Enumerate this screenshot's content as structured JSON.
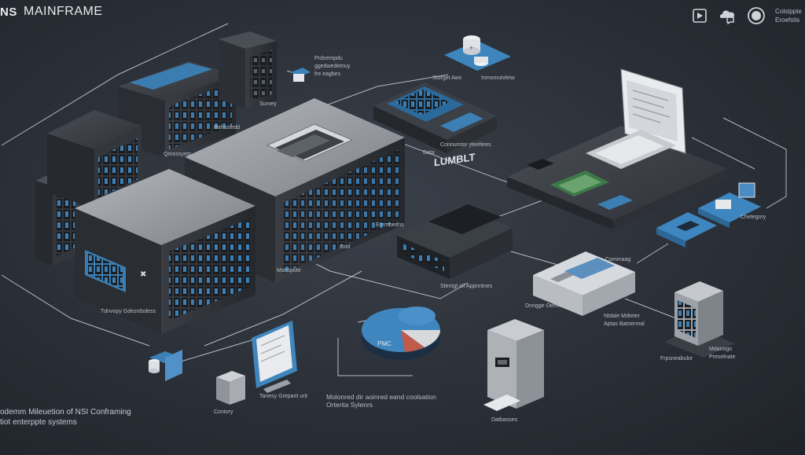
{
  "brand": {
    "name": "MAINFRAME",
    "logo_text": "NS"
  },
  "topbar": {
    "icons": [
      "play-square-icon",
      "cloud-chat-icon",
      "record-circle-icon"
    ],
    "corner_text": [
      "Colstppte",
      "Eroefstis"
    ]
  },
  "diagram": {
    "screen_label": "LUMBLT",
    "chip_label": "PMC",
    "labels": {
      "server_tower_top": "Survey",
      "cluster_left": "Qrnossyets",
      "cluster_mid": "Bahsstedd",
      "top_callout": [
        "Prdsempdu",
        "ggedwedetnuy",
        "fre eagbes"
      ],
      "storage_top": "Storget Awx",
      "storage_top_right": "Inmomutvleiw",
      "data_node": "Data",
      "data_node_right": "Connumtor yteeltees",
      "mainframe_left": "Tdnvopy Gdesrdsdess",
      "grid_label": "Grid",
      "grid_right": "Enrmbedns",
      "network_left": "Mahtipote",
      "storage_router": "Stentgt oll Appnntnes",
      "storage_drives": "Dnngge Oennrs",
      "comms": "Commaag",
      "category": "Chetegory",
      "middleware": [
        "Ntdale Mdteter",
        "Aptas Batnermal"
      ],
      "middleware_right": "Frpsneabulor",
      "racks_right": [
        "Mdanngo",
        "Preselnate"
      ],
      "laptop_label": "Tanesy Greparit urit",
      "console_label": "Contory",
      "analytics": [
        "Molonred dir aoinred eand coolsation",
        "Orterita Sylenrs"
      ],
      "database": "Datbasses"
    }
  },
  "footer": {
    "lines": [
      "odemm Mileuetion of NSI Conframing",
      "tiot enterppte systems"
    ]
  },
  "colors": {
    "accent": "#4e8fc2",
    "accent_dark": "#2f6a9c",
    "metal_light": "#9a9ea4",
    "metal_dark": "#2a2d32",
    "line": "#c9ced6"
  }
}
